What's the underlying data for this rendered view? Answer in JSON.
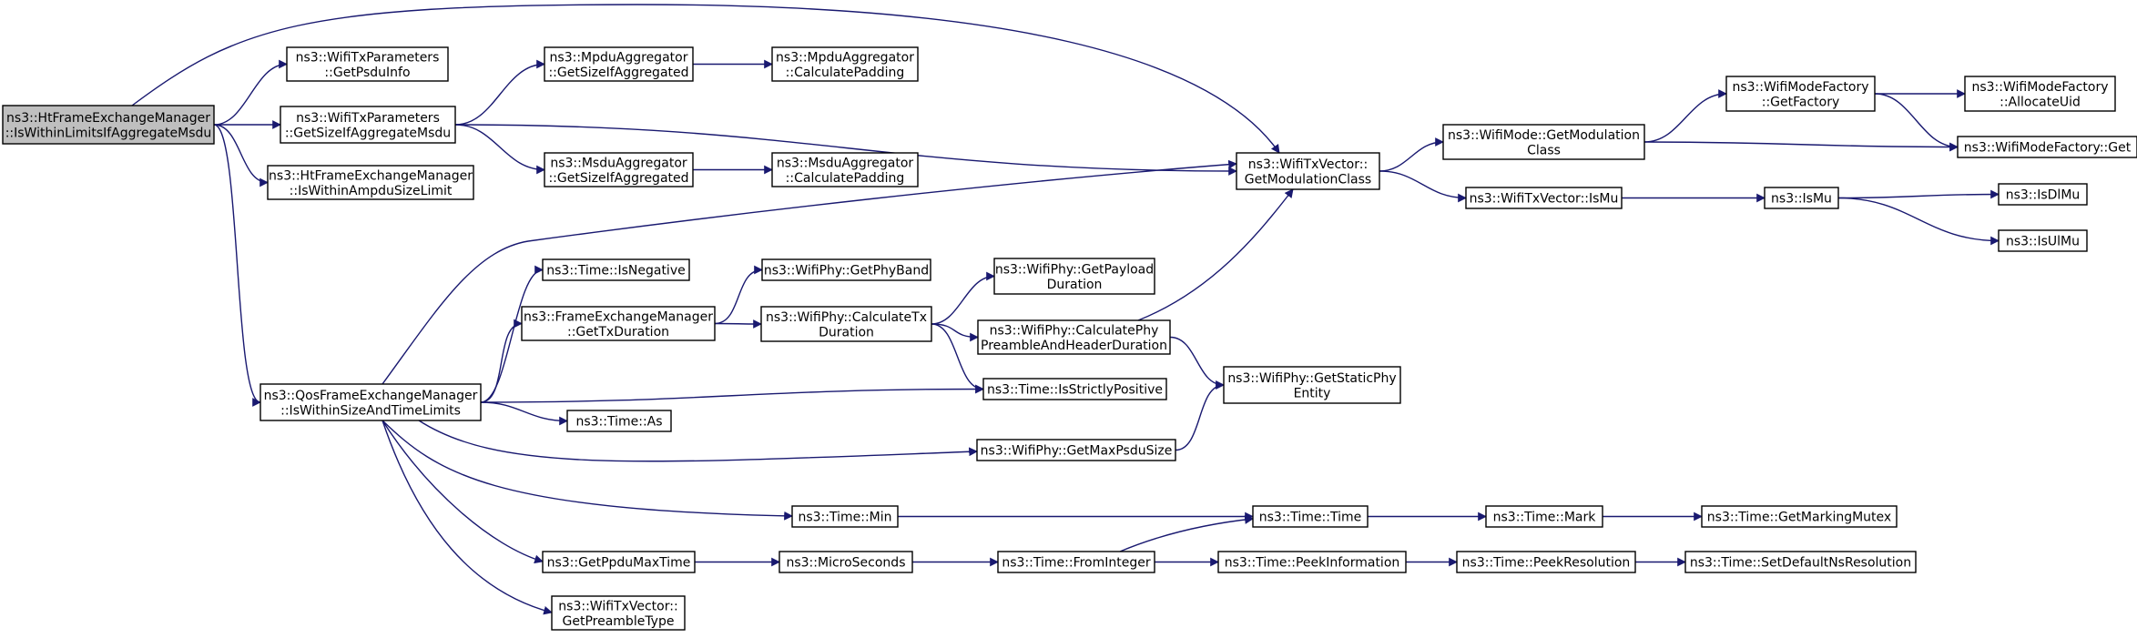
{
  "colors": {
    "edge": "#191970",
    "root_fill": "#bfbfbf",
    "node_fill": "#ffffff",
    "node_border": "#000000"
  },
  "nodes": [
    {
      "id": "root",
      "lines": [
        "ns3::HtFrameExchangeManager",
        "::IsWithinLimitsIfAggregateMsdu"
      ],
      "root": true
    },
    {
      "id": "getpsdu",
      "lines": [
        "ns3::WifiTxParameters",
        "::GetPsduInfo"
      ]
    },
    {
      "id": "txparam",
      "lines": [
        "ns3::WifiTxParameters",
        "::GetSizeIfAggregateMsdu"
      ]
    },
    {
      "id": "htampdu",
      "lines": [
        "ns3::HtFrameExchangeManager",
        "::IsWithinAmpduSizeLimit"
      ]
    },
    {
      "id": "qos",
      "lines": [
        "ns3::QosFrameExchangeManager",
        "::IsWithinSizeAndTimeLimits"
      ]
    },
    {
      "id": "mpduagg",
      "lines": [
        "ns3::MpduAggregator",
        "::GetSizeIfAggregated"
      ]
    },
    {
      "id": "mpdupad",
      "lines": [
        "ns3::MpduAggregator",
        "::CalculatePadding"
      ]
    },
    {
      "id": "msduagg",
      "lines": [
        "ns3::MsduAggregator",
        "::GetSizeIfAggregated"
      ]
    },
    {
      "id": "msdupad",
      "lines": [
        "ns3::MsduAggregator",
        "::CalculatePadding"
      ]
    },
    {
      "id": "modclass",
      "lines": [
        "ns3::WifiTxVector::",
        "GetModulationClass"
      ]
    },
    {
      "id": "modeclass",
      "lines": [
        "ns3::WifiMode::GetModulation",
        "Class"
      ]
    },
    {
      "id": "factory",
      "lines": [
        "ns3::WifiModeFactory",
        "::GetFactory"
      ]
    },
    {
      "id": "alloc",
      "lines": [
        "ns3::WifiModeFactory",
        "::AllocateUid"
      ]
    },
    {
      "id": "fget",
      "lines": [
        "ns3::WifiModeFactory::Get"
      ]
    },
    {
      "id": "txismu",
      "lines": [
        "ns3::WifiTxVector::IsMu"
      ]
    },
    {
      "id": "ismu",
      "lines": [
        "ns3::IsMu"
      ]
    },
    {
      "id": "isdl",
      "lines": [
        "ns3::IsDlMu"
      ]
    },
    {
      "id": "isul",
      "lines": [
        "ns3::IsUlMu"
      ]
    },
    {
      "id": "isneg",
      "lines": [
        "ns3::Time::IsNegative"
      ]
    },
    {
      "id": "fetx",
      "lines": [
        "ns3::FrameExchangeManager",
        "::GetTxDuration"
      ]
    },
    {
      "id": "band",
      "lines": [
        "ns3::WifiPhy::GetPhyBand"
      ]
    },
    {
      "id": "calctx",
      "lines": [
        "ns3::WifiPhy::CalculateTx",
        "Duration"
      ]
    },
    {
      "id": "payload",
      "lines": [
        "ns3::WifiPhy::GetPayload",
        "Duration"
      ]
    },
    {
      "id": "preamble",
      "lines": [
        "ns3::WifiPhy::CalculatePhy",
        "PreambleAndHeaderDuration"
      ]
    },
    {
      "id": "static",
      "lines": [
        "ns3::WifiPhy::GetStaticPhy",
        "Entity"
      ]
    },
    {
      "id": "strict",
      "lines": [
        "ns3::Time::IsStrictlyPositive"
      ]
    },
    {
      "id": "as",
      "lines": [
        "ns3::Time::As"
      ]
    },
    {
      "id": "maxpsdu",
      "lines": [
        "ns3::WifiPhy::GetMaxPsduSize"
      ]
    },
    {
      "id": "min",
      "lines": [
        "ns3::Time::Min"
      ]
    },
    {
      "id": "time",
      "lines": [
        "ns3::Time::Time"
      ]
    },
    {
      "id": "mark",
      "lines": [
        "ns3::Time::Mark"
      ]
    },
    {
      "id": "mutex",
      "lines": [
        "ns3::Time::GetMarkingMutex"
      ]
    },
    {
      "id": "ppdu",
      "lines": [
        "ns3::GetPpduMaxTime"
      ]
    },
    {
      "id": "micro",
      "lines": [
        "ns3::MicroSeconds"
      ]
    },
    {
      "id": "fromint",
      "lines": [
        "ns3::Time::FromInteger"
      ]
    },
    {
      "id": "peekinfo",
      "lines": [
        "ns3::Time::PeekInformation"
      ]
    },
    {
      "id": "peekres",
      "lines": [
        "ns3::Time::PeekResolution"
      ]
    },
    {
      "id": "setdef",
      "lines": [
        "ns3::Time::SetDefaultNsResolution"
      ]
    },
    {
      "id": "pretype",
      "lines": [
        "ns3::WifiTxVector::",
        "GetPreambleType"
      ]
    }
  ],
  "edges": [
    [
      "root",
      "getpsdu"
    ],
    [
      "root",
      "txparam"
    ],
    [
      "root",
      "htampdu"
    ],
    [
      "root",
      "qos"
    ],
    [
      "root",
      "modclass"
    ],
    [
      "txparam",
      "mpduagg"
    ],
    [
      "txparam",
      "msduagg"
    ],
    [
      "txparam",
      "modclass"
    ],
    [
      "mpduagg",
      "mpdupad"
    ],
    [
      "msduagg",
      "msdupad"
    ],
    [
      "modclass",
      "modeclass"
    ],
    [
      "modclass",
      "txismu"
    ],
    [
      "modeclass",
      "factory"
    ],
    [
      "modeclass",
      "fget"
    ],
    [
      "factory",
      "alloc"
    ],
    [
      "factory",
      "fget"
    ],
    [
      "txismu",
      "ismu"
    ],
    [
      "ismu",
      "isdl"
    ],
    [
      "ismu",
      "isul"
    ],
    [
      "qos",
      "modclass"
    ],
    [
      "qos",
      "isneg"
    ],
    [
      "qos",
      "fetx"
    ],
    [
      "qos",
      "strict"
    ],
    [
      "qos",
      "as"
    ],
    [
      "qos",
      "maxpsdu"
    ],
    [
      "qos",
      "min"
    ],
    [
      "qos",
      "ppdu"
    ],
    [
      "qos",
      "pretype"
    ],
    [
      "fetx",
      "band"
    ],
    [
      "fetx",
      "calctx"
    ],
    [
      "calctx",
      "payload"
    ],
    [
      "calctx",
      "preamble"
    ],
    [
      "calctx",
      "strict"
    ],
    [
      "preamble",
      "modclass"
    ],
    [
      "preamble",
      "static"
    ],
    [
      "maxpsdu",
      "static"
    ],
    [
      "min",
      "time"
    ],
    [
      "time",
      "mark"
    ],
    [
      "mark",
      "mutex"
    ],
    [
      "ppdu",
      "micro"
    ],
    [
      "micro",
      "fromint"
    ],
    [
      "fromint",
      "time"
    ],
    [
      "fromint",
      "peekinfo"
    ],
    [
      "peekinfo",
      "peekres"
    ],
    [
      "peekres",
      "setdef"
    ]
  ]
}
